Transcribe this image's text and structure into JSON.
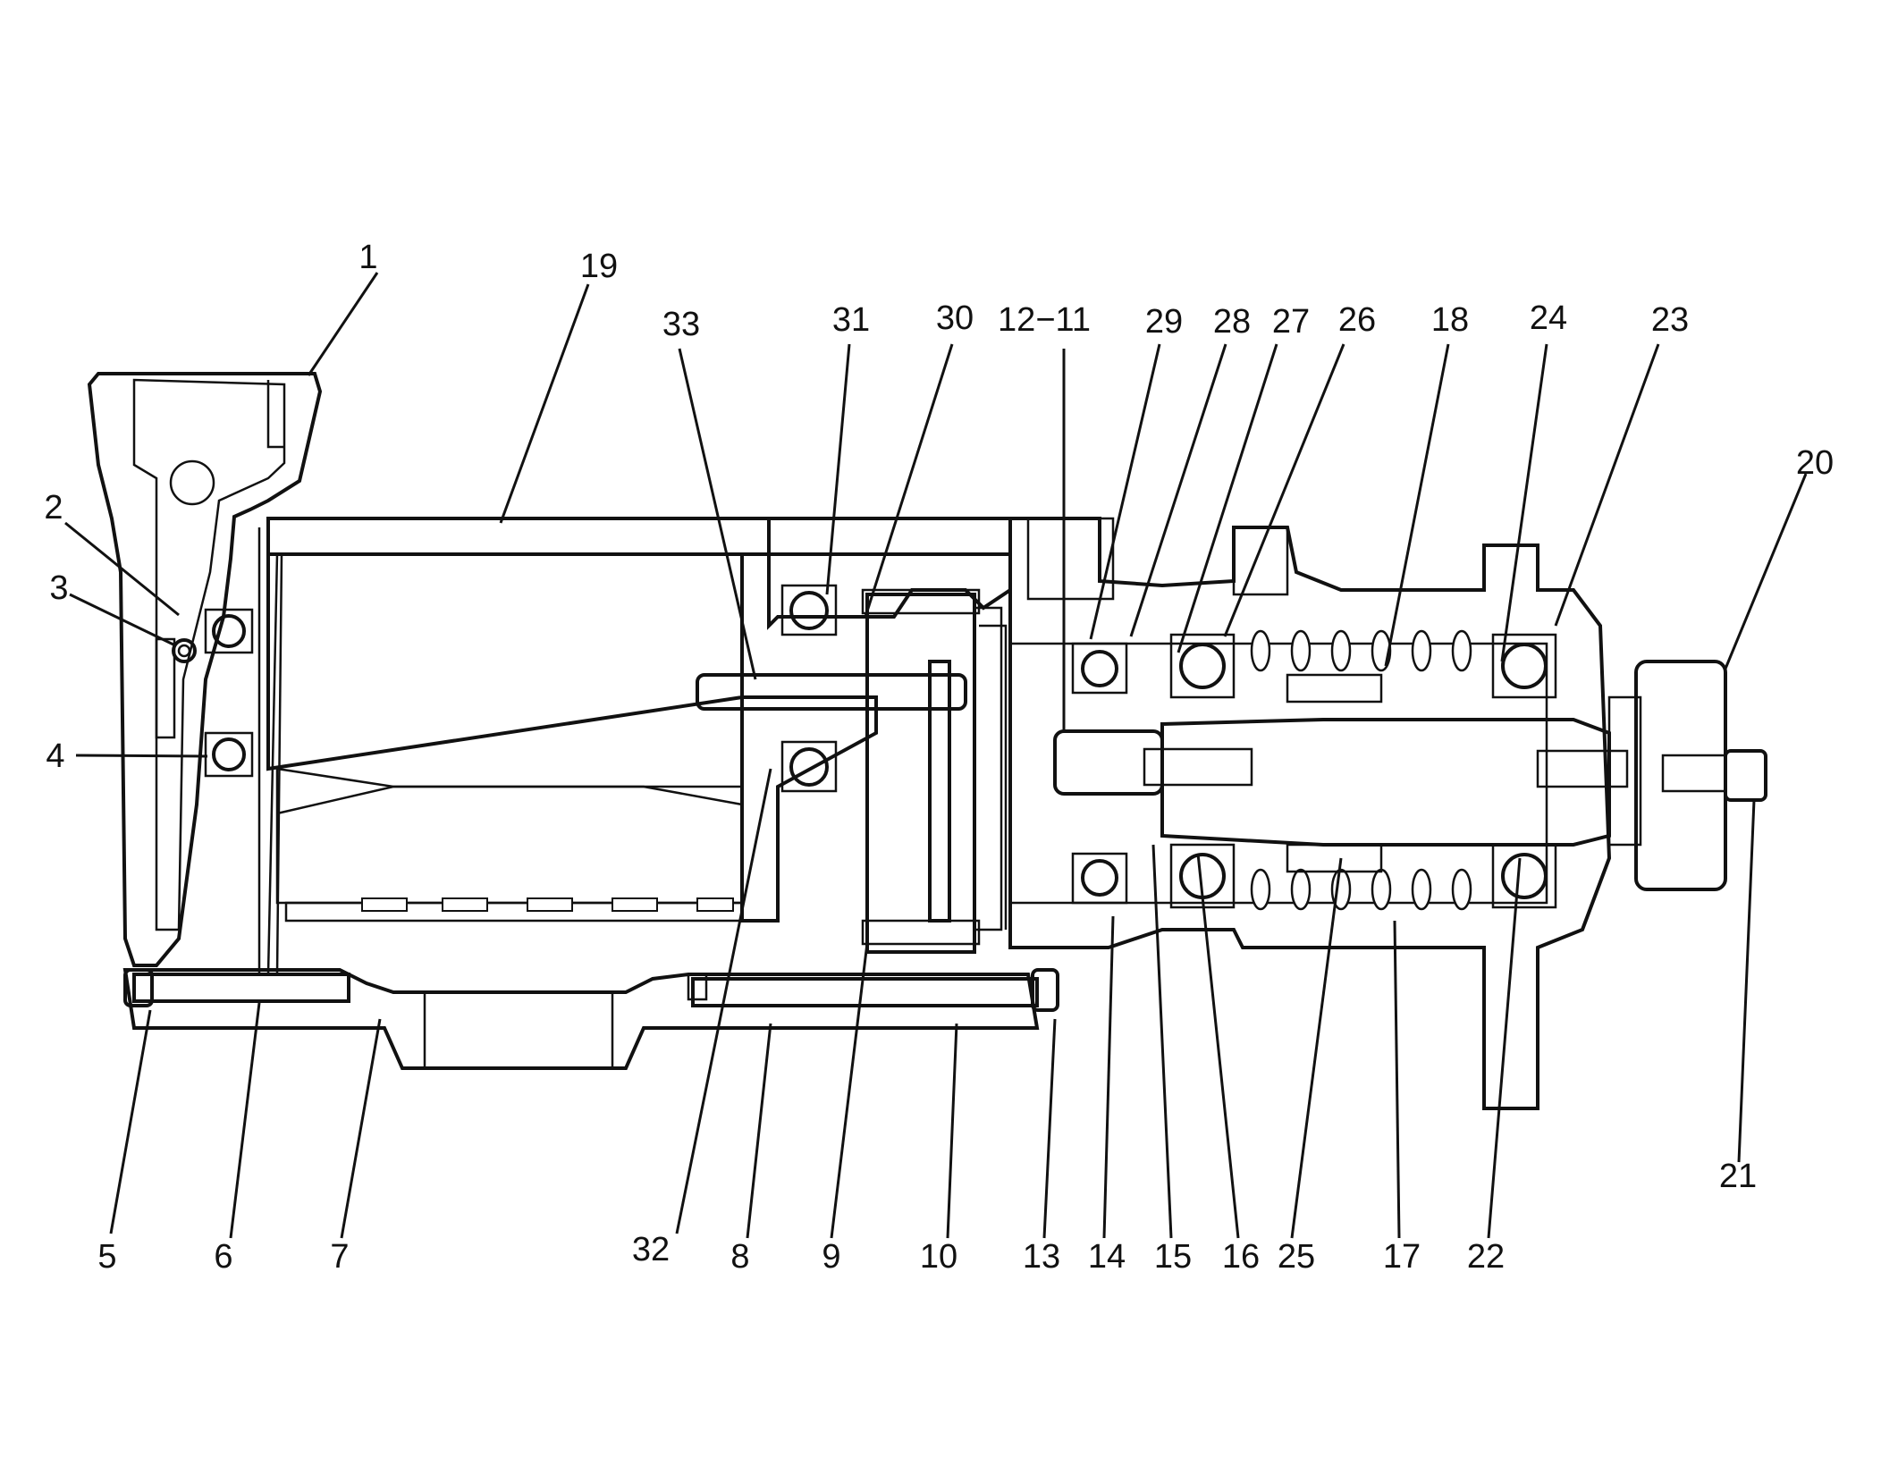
{
  "diagram": {
    "callouts": [
      {
        "id": "c1",
        "text": "1"
      },
      {
        "id": "c2",
        "text": "2"
      },
      {
        "id": "c3",
        "text": "3"
      },
      {
        "id": "c4",
        "text": "4"
      },
      {
        "id": "c5",
        "text": "5"
      },
      {
        "id": "c6",
        "text": "6"
      },
      {
        "id": "c7",
        "text": "7"
      },
      {
        "id": "c8",
        "text": "8"
      },
      {
        "id": "c9",
        "text": "9"
      },
      {
        "id": "c10",
        "text": "10"
      },
      {
        "id": "c12-11",
        "text": "12−11"
      },
      {
        "id": "c13",
        "text": "13"
      },
      {
        "id": "c14",
        "text": "14"
      },
      {
        "id": "c15",
        "text": "15"
      },
      {
        "id": "c16",
        "text": "16"
      },
      {
        "id": "c17",
        "text": "17"
      },
      {
        "id": "c18",
        "text": "18"
      },
      {
        "id": "c19",
        "text": "19"
      },
      {
        "id": "c20",
        "text": "20"
      },
      {
        "id": "c21",
        "text": "21"
      },
      {
        "id": "c22",
        "text": "22"
      },
      {
        "id": "c23",
        "text": "23"
      },
      {
        "id": "c24",
        "text": "24"
      },
      {
        "id": "c25",
        "text": "25"
      },
      {
        "id": "c26",
        "text": "26"
      },
      {
        "id": "c27",
        "text": "27"
      },
      {
        "id": "c28",
        "text": "28"
      },
      {
        "id": "c29",
        "text": "29"
      },
      {
        "id": "c30",
        "text": "30"
      },
      {
        "id": "c31",
        "text": "31"
      },
      {
        "id": "c32",
        "text": "32"
      },
      {
        "id": "c33",
        "text": "33"
      }
    ]
  }
}
